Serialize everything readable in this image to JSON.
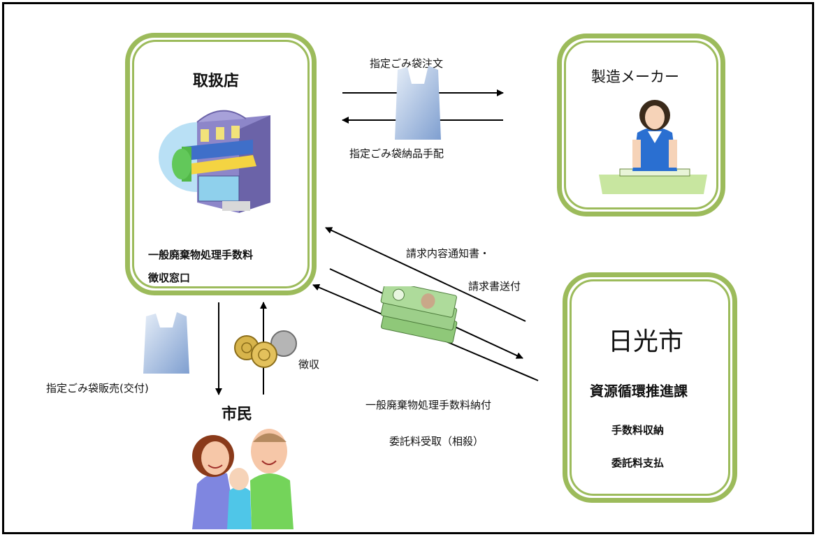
{
  "shop": {
    "title": "取扱店",
    "window_line1": "一般廃棄物処理手数料",
    "window_line2": "徴収窓口"
  },
  "maker": {
    "title": "製造メーカー"
  },
  "city": {
    "title": "日光市",
    "department": "資源循環推進課",
    "duty1": "手数料収納",
    "duty2": "委託料支払"
  },
  "citizens": {
    "title": "市民"
  },
  "flows": {
    "order": "指定ごみ袋注文",
    "delivery": "指定ごみ袋納品手配",
    "invoice_line1": "請求内容通知書・",
    "invoice_line2": "請求書送付",
    "payment_line1": "一般廃棄物処理手数料納付",
    "payment_line2": "委託料受取（相殺）",
    "sale": "指定ごみ袋販売(交付)",
    "collect": "徴収"
  },
  "colors": {
    "panel_border": "#9cbb5b",
    "bag": "#b8cde8",
    "bill": "#9dcf8a"
  },
  "icons": [
    "shop-building-icon",
    "operator-woman-icon",
    "garbage-bag-icon",
    "banknotes-icon",
    "coins-icon",
    "family-icon"
  ]
}
